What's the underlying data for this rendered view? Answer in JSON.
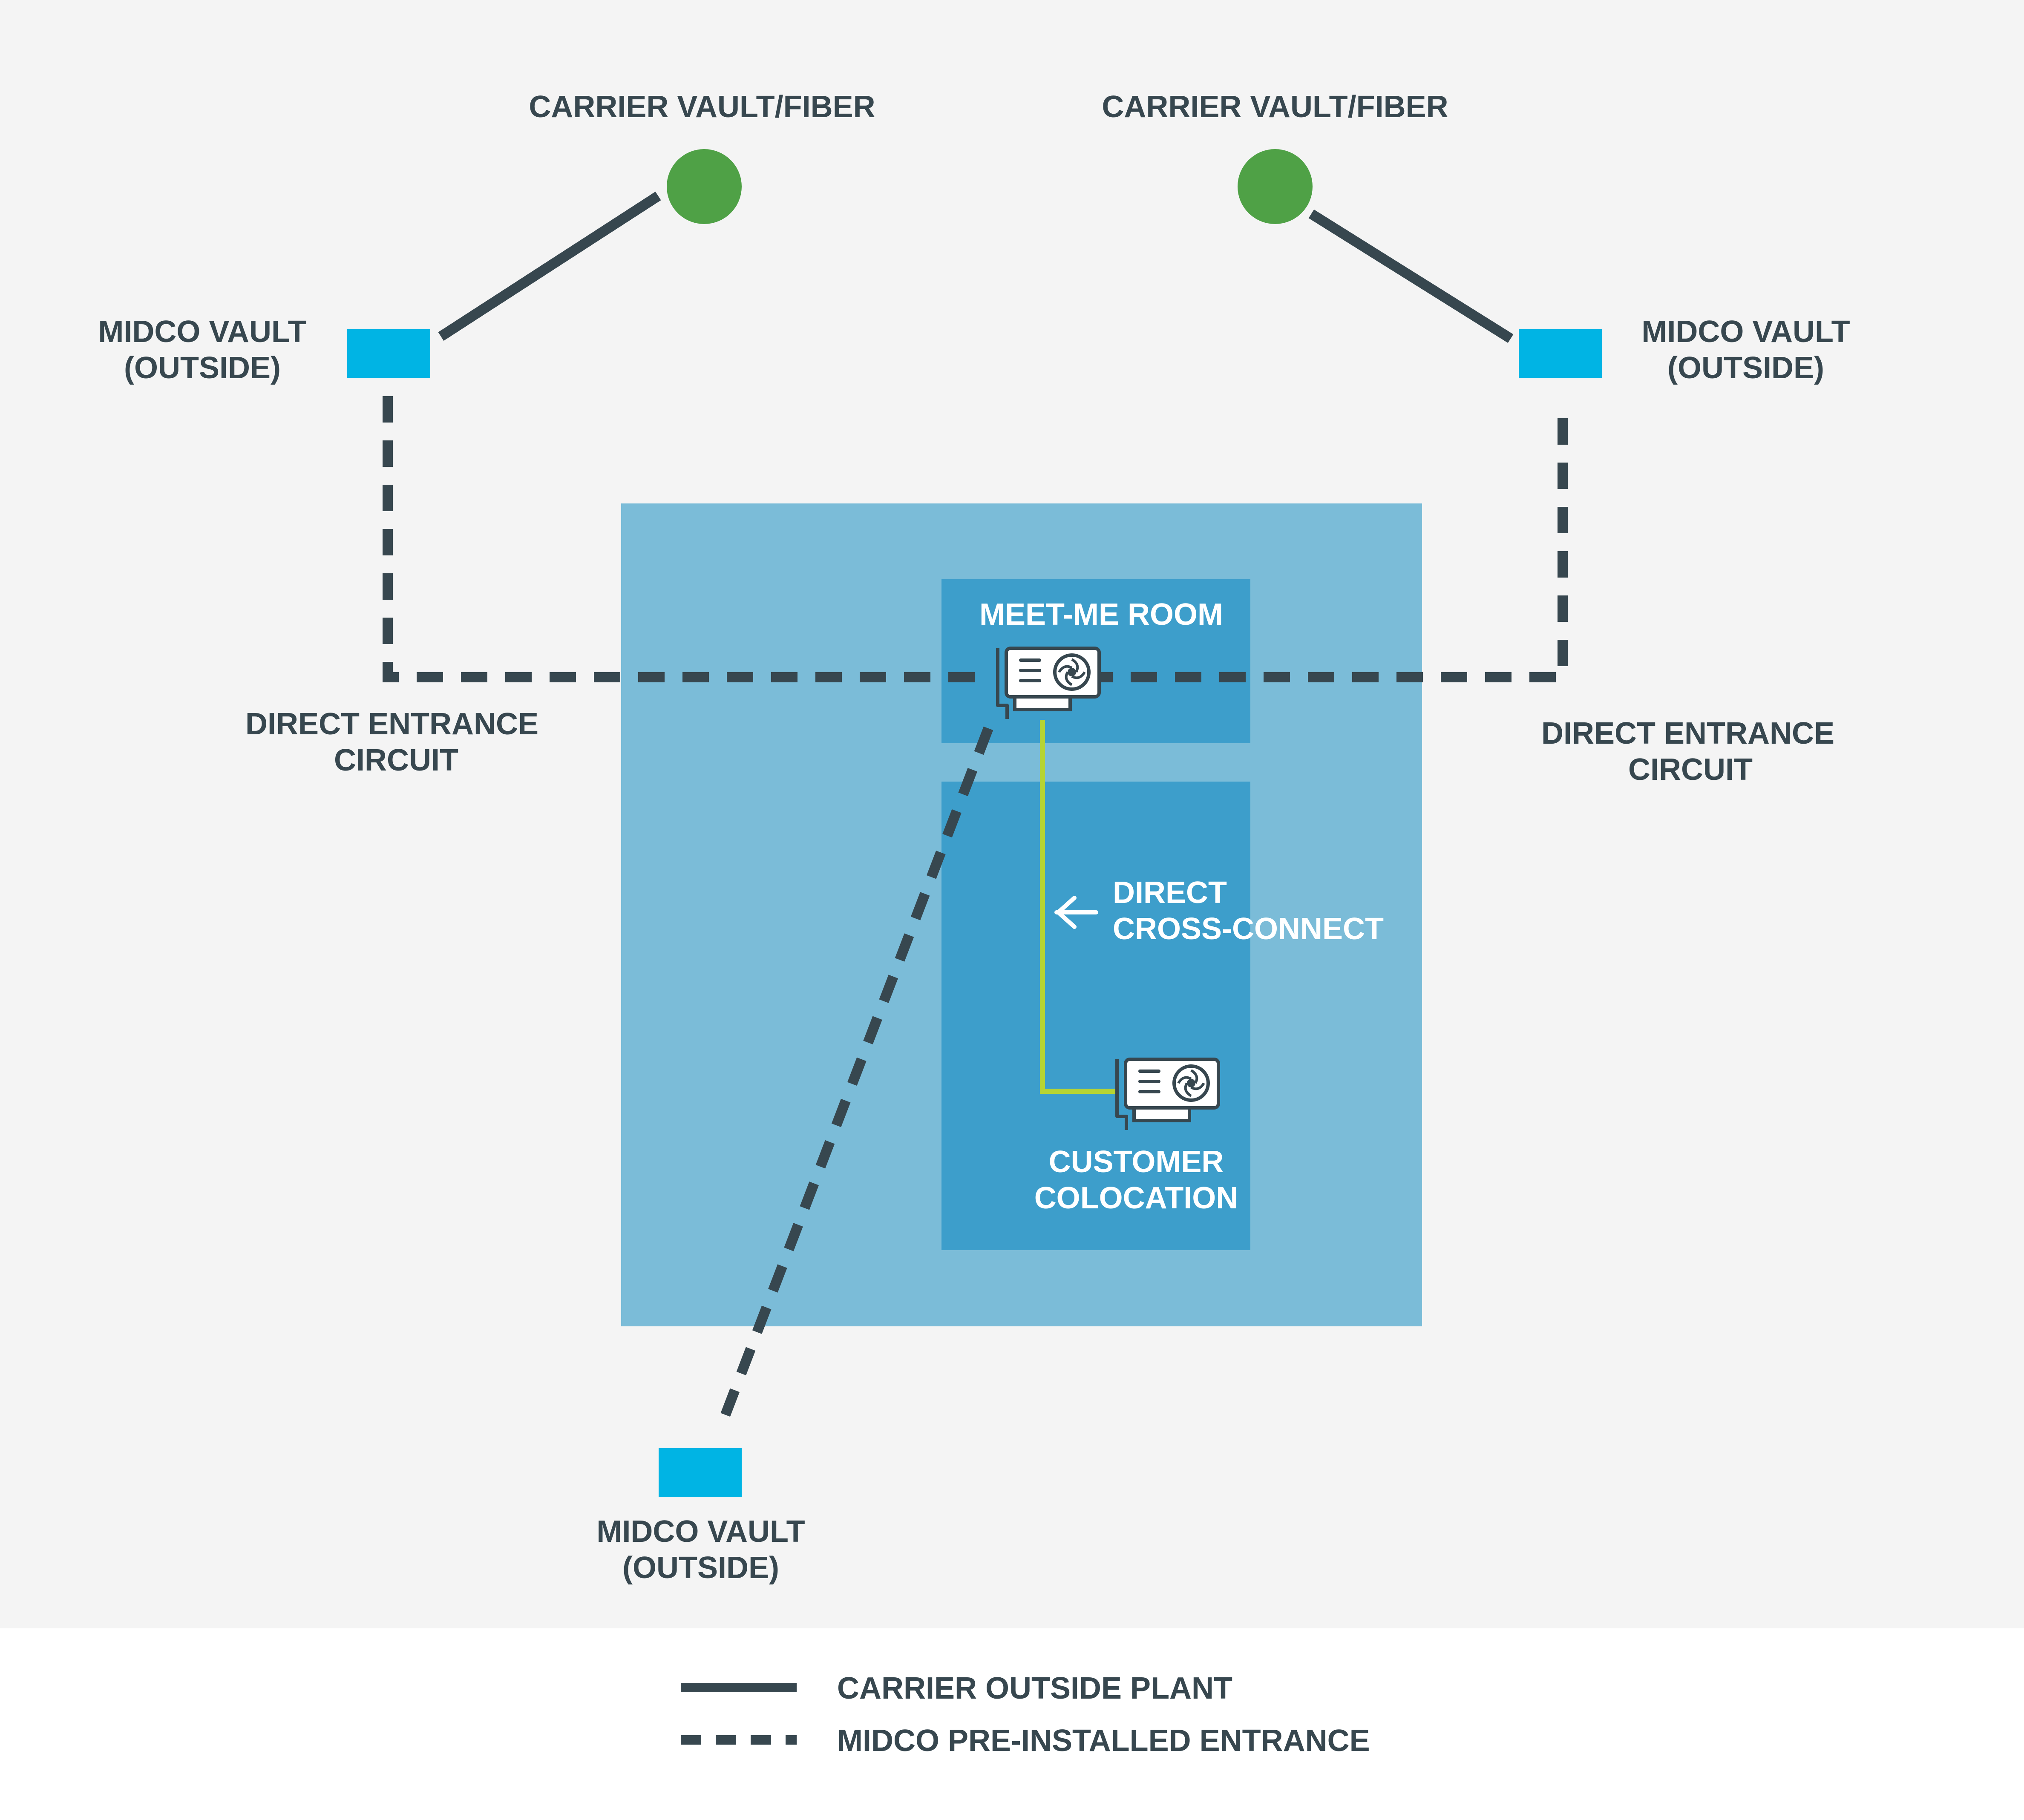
{
  "diagram": {
    "carriers": [
      {
        "label": "CARRIER VAULT/FIBER"
      },
      {
        "label": "CARRIER VAULT/FIBER"
      }
    ],
    "vaults": [
      {
        "line1": "MIDCO VAULT",
        "line2": "(OUTSIDE)"
      },
      {
        "line1": "MIDCO VAULT",
        "line2": "(OUTSIDE)"
      },
      {
        "line1": "MIDCO VAULT",
        "line2": "(OUTSIDE)"
      }
    ],
    "circuits": [
      {
        "line1": "DIRECT ENTRANCE",
        "line2": "CIRCUIT"
      },
      {
        "line1": "DIRECT ENTRANCE",
        "line2": "CIRCUIT"
      }
    ],
    "meet_me_room": {
      "label": "MEET-ME ROOM"
    },
    "cross_connect": {
      "line1": "DIRECT",
      "line2": "CROSS-CONNECT"
    },
    "colocation": {
      "line1": "CUSTOMER",
      "line2": "COLOCATION"
    }
  },
  "legend": [
    {
      "style": "solid",
      "label": "CARRIER OUTSIDE PLANT"
    },
    {
      "style": "dashed",
      "label": "MIDCO PRE-INSTALLED ENTRANCE"
    }
  ],
  "colors": {
    "background": "#f4f4f4",
    "legend_background": "#ffffff",
    "building": "#7bbcd8",
    "room": "#3d9ecb",
    "carrier_node": "#4fa146",
    "vault": "#00b4e4",
    "line": "#37474f",
    "cross_connect": "#b6d433",
    "text_dark": "#37474f",
    "text_light": "#ffffff"
  }
}
